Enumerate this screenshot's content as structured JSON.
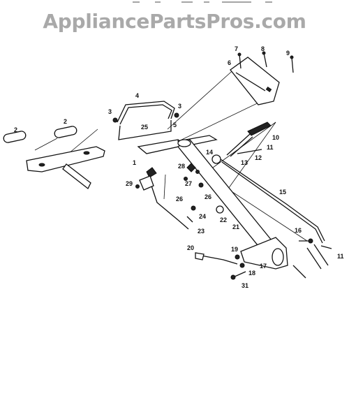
{
  "watermark": "AppliancePartsPros.com",
  "part_numbers": [
    "1",
    "2",
    "2",
    "3",
    "3",
    "4",
    "5",
    "6",
    "7",
    "8",
    "9",
    "10",
    "11",
    "11",
    "12",
    "13",
    "14",
    "15",
    "16",
    "17",
    "18",
    "19",
    "20",
    "21",
    "22",
    "23",
    "24",
    "25",
    "26",
    "26",
    "27",
    "28",
    "29",
    "31"
  ]
}
